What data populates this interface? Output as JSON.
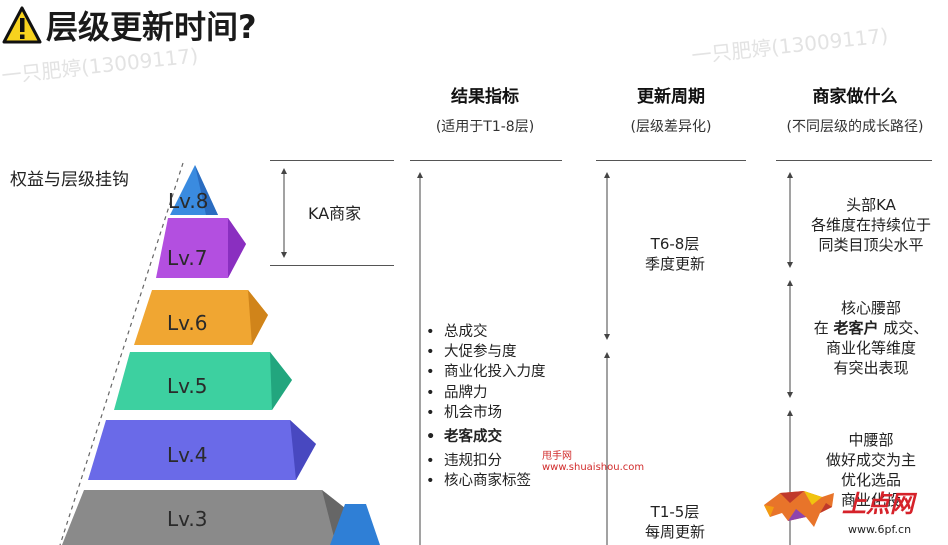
{
  "title": "层级更新时间?",
  "icons": {
    "warning": "warning-triangle-icon"
  },
  "watermark": {
    "text_1": "一只肥婷(13009117)",
    "text_2": "一只肥婷(13009117)"
  },
  "left_label": "权益与层级挂钩",
  "ka_label": "KA商家",
  "pyramid": {
    "levels": [
      "Lv.8",
      "Lv.7",
      "Lv.6",
      "Lv.5",
      "Lv.4",
      "Lv.3"
    ],
    "colors": {
      "lv8": "#3a8be0",
      "lv7": "#b34fe0",
      "lv6": "#f0a632",
      "lv5": "#3dd0a0",
      "lv4": "#6a6ae8",
      "lv3": "#8a8a8a",
      "lv2": "#2f7fd6"
    }
  },
  "columns": {
    "results": {
      "head": "结果指标",
      "sub": "(适用于T1-8层)"
    },
    "cycle": {
      "head": "更新周期",
      "sub": "(层级差异化)"
    },
    "action": {
      "head": "商家做什么",
      "sub": "(不同层级的成长路径)"
    }
  },
  "metrics": [
    {
      "text": "总成交",
      "bold": false
    },
    {
      "text": "大促参与度",
      "bold": false
    },
    {
      "text": "商业化投入力度",
      "bold": false
    },
    {
      "text": "品牌力",
      "bold": false
    },
    {
      "text": "机会市场",
      "bold": false
    },
    {
      "text": "老客成交",
      "bold": true
    },
    {
      "text": "违规扣分",
      "bold": false
    },
    {
      "text": "核心商家标签",
      "bold": false
    }
  ],
  "cycle": {
    "t68_line1": "T6-8层",
    "t68_line2": "季度更新",
    "t15_line1": "T1-5层",
    "t15_line2": "每周更新"
  },
  "actions": {
    "top": {
      "line1": "头部KA",
      "line2": "各维度在持续位于",
      "line3": "同类目顶尖水平"
    },
    "core": {
      "line1": "核心腰部",
      "line2a": "在 ",
      "line2b": "老客户",
      "line2c": "  成交、",
      "line3": "商业化等维度",
      "line4": "有突出表现"
    },
    "mid": {
      "line1": "中腰部",
      "line2": "做好成交为主",
      "line3": "优化选品",
      "line4": "商业化投"
    }
  },
  "site_watermark": {
    "name": "甩手网",
    "url": "www.shuaishou.com"
  },
  "corner_logo": {
    "text": "上点网",
    "url": "www.6pf.cn"
  }
}
